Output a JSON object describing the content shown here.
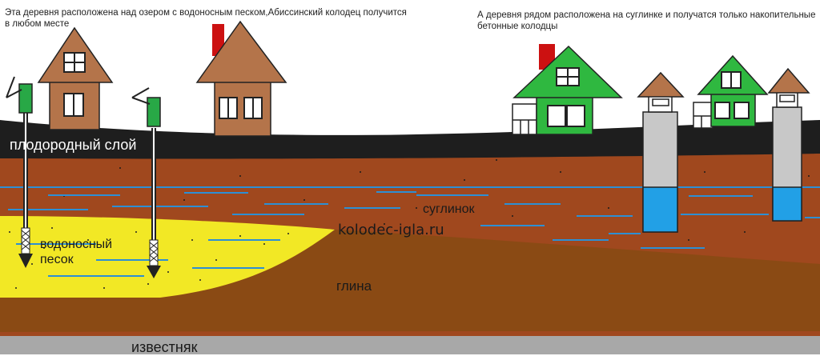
{
  "captions": {
    "left": [
      "Эта деревня расположена над озером с водоносным песком,Абиссинский колодец получится",
      "в любом месте"
    ],
    "right": [
      "А деревня рядом расположена на суглинке и получатся только накопительные",
      "бетонные колодцы"
    ]
  },
  "labels": {
    "fertile_layer": "плодородный слой",
    "loam": "суглинок",
    "aquifer_sand": [
      "водоносный",
      "песок"
    ],
    "site": "kolodec-igla.ru",
    "clay": "глина",
    "limestone": "известняк"
  },
  "colors": {
    "topsoil": "#1e1e1e",
    "loam": "#a0481e",
    "clay": "#8a4a14",
    "sand": "#f2e825",
    "limestone": "#a8a8a8",
    "water_line": "#2d8fd4",
    "water": "#22a0e6",
    "concrete": "#c8c8c8",
    "left_house_wall": "#b4744a",
    "right_house_wall": "#2fb840",
    "chimney": "#cc1111",
    "pump": "#28a846"
  }
}
